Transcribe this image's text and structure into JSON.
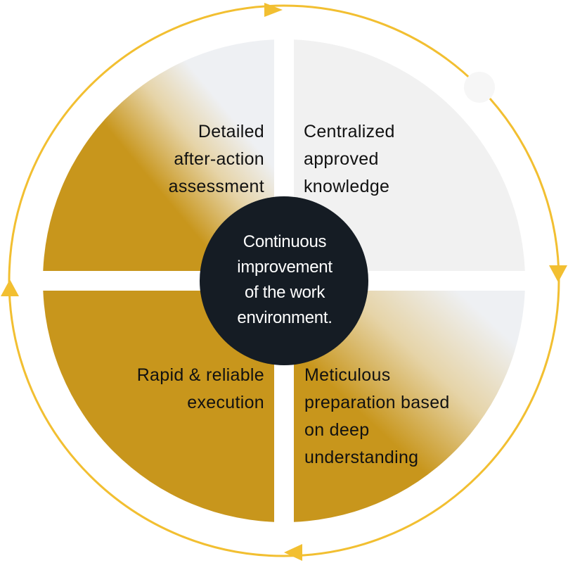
{
  "colors": {
    "gold": "#c8961c",
    "light": "#f1f1f1",
    "arrow": "#f2bf31",
    "center": "#151c24"
  },
  "center": {
    "lines": [
      "Continuous",
      "improvement",
      "of  the work",
      "environment."
    ]
  },
  "quadrants": {
    "top_left": {
      "lines": [
        "Detailed",
        "after-action",
        "assessment"
      ]
    },
    "top_right": {
      "lines": [
        "Centralized",
        "approved",
        "knowledge"
      ]
    },
    "bottom_left": {
      "lines": [
        "Rapid & reliable",
        "execution"
      ]
    },
    "bottom_right": {
      "lines": [
        "Meticulous",
        "preparation based",
        "on deep",
        "understanding"
      ]
    }
  }
}
